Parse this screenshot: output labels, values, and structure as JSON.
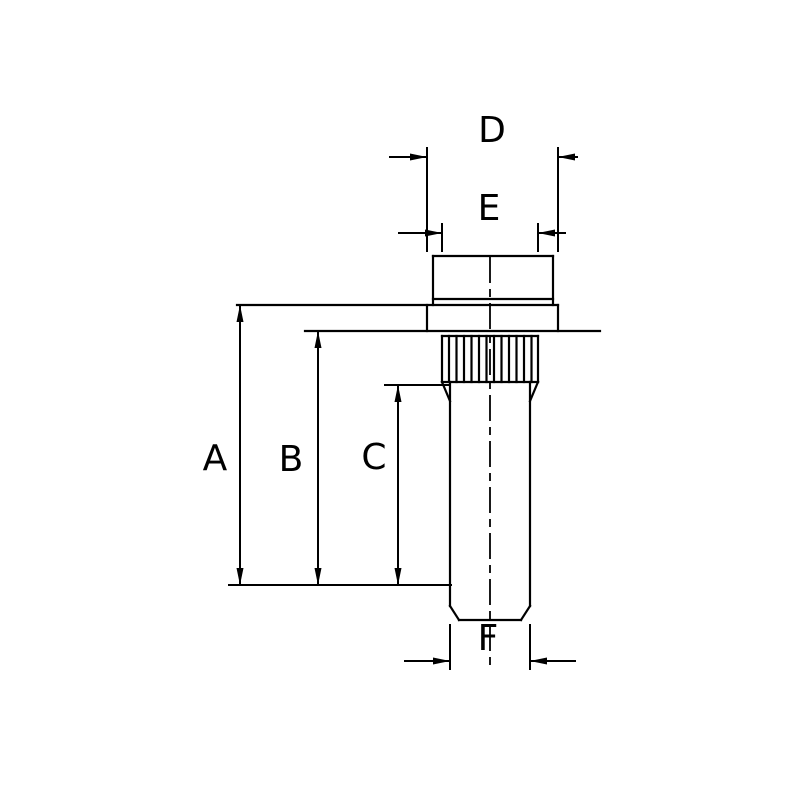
{
  "drawing": {
    "labels": {
      "a": "A",
      "b": "B",
      "c": "C",
      "d": "D",
      "e": "E",
      "f": "F"
    }
  },
  "colors": {
    "line": "#000000",
    "background": "#ffffff"
  }
}
